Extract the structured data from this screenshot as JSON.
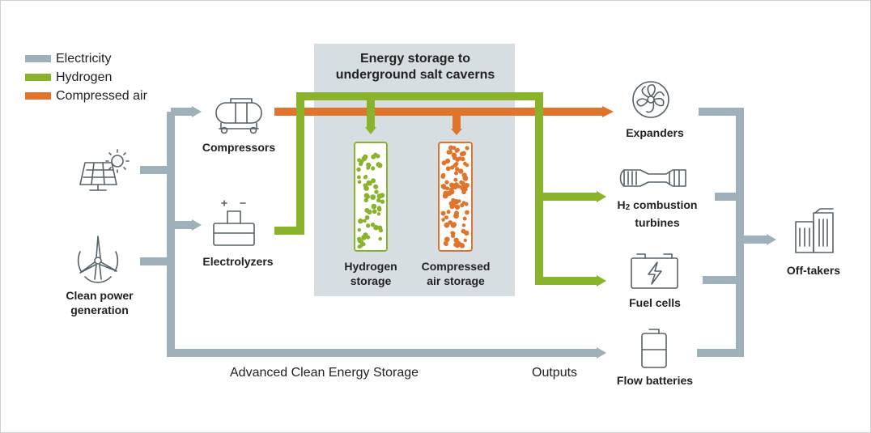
{
  "legend": {
    "items": [
      {
        "label": "Electricity",
        "color": "#9eb0b9"
      },
      {
        "label": "Hydrogen",
        "color": "#8ab32c"
      },
      {
        "label": "Compressed air",
        "color": "#e0742a"
      }
    ]
  },
  "colors": {
    "electricity": "#9eb0b9",
    "hydrogen": "#8ab32c",
    "air": "#e0742a",
    "storage_box": "#d6dee2",
    "icon_stroke": "#56626a"
  },
  "storage_box": {
    "title_line1": "Energy storage to",
    "title_line2": "underground salt caverns"
  },
  "nodes": {
    "clean_power": {
      "line1": "Clean power",
      "line2": "generation",
      "icons": [
        "solar-panel-icon",
        "wind-turbine-icon"
      ]
    },
    "compressors": {
      "label": "Compressors",
      "icon": "compressor-tank-icon"
    },
    "electrolyzers": {
      "label": "Electrolyzers",
      "icon": "electrolyzer-icon"
    },
    "hydrogen_storage": {
      "line1": "Hydrogen",
      "line2": "storage"
    },
    "air_storage": {
      "line1": "Compressed",
      "line2": "air storage"
    },
    "expanders": {
      "label": "Expanders",
      "icon": "expander-fan-icon"
    },
    "h2_turbines": {
      "prefix": "H",
      "subscript": "2",
      "line1_rest": " combustion",
      "line2": "turbines",
      "icon": "turbine-icon"
    },
    "fuel_cells": {
      "label": "Fuel cells",
      "icon": "battery-bolt-icon"
    },
    "flow_batteries": {
      "label": "Flow batteries",
      "icon": "battery-icon"
    },
    "off_takers": {
      "label": "Off-takers",
      "icon": "buildings-icon"
    }
  },
  "captions": {
    "left": "Advanced Clean Energy Storage",
    "right": "Outputs"
  }
}
